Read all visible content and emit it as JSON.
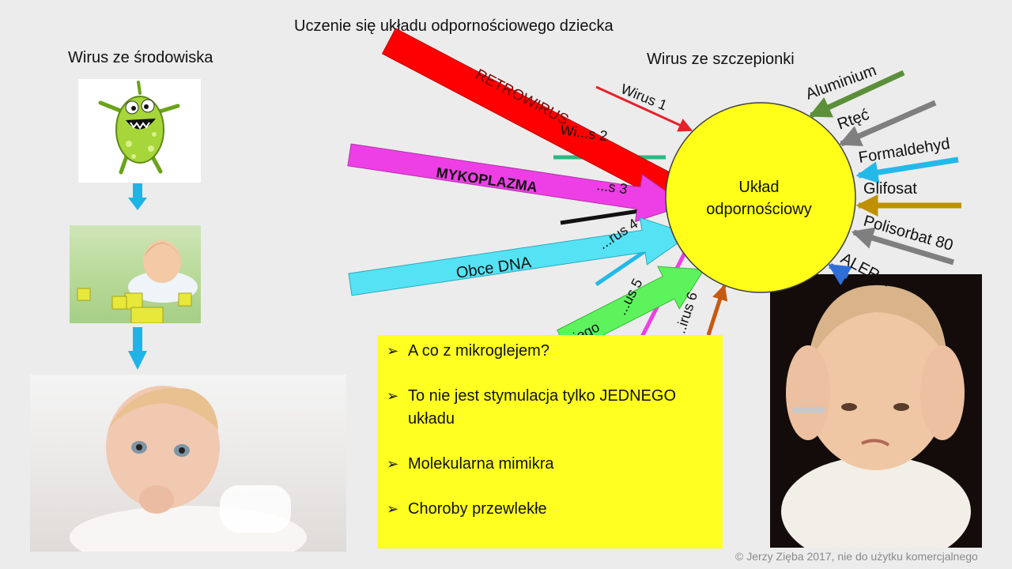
{
  "header": {
    "title": "Uczenie się układu odpornościowego dziecka",
    "left_title": "Wirus ze środowiska",
    "right_title": "Wirus ze szczepionki"
  },
  "diagram": {
    "center_label": [
      "Układ",
      "odpornościowy"
    ],
    "big_arrows": [
      "RETROWIRUS",
      "MYKOPLAZMA",
      "Obce DNA"
    ],
    "big_arrow_fragments": [
      "...iego"
    ],
    "virus_labels": [
      "Wirus 1",
      "Wi...s 2",
      "...s 3",
      "...rus 4",
      "...us 5",
      "...irus 6"
    ],
    "additive_labels": [
      "Aluminium",
      "Rtęć",
      "Formaldehyd",
      "Glifosat",
      "Polisorbat 80",
      "ALER..."
    ]
  },
  "bullets": {
    "items": [
      "A co z mikroglejem?",
      "To nie jest stymulacja tylko JEDNEGO układu",
      "Molekularna mimikra",
      "Choroby przewlekłe"
    ],
    "marker": "➢"
  },
  "footer": {
    "copyright": "©  Jerzy Zięba 2017, nie do użytku komercjalnego"
  },
  "colors": {
    "background": "#ececec",
    "circle": "#ffff1a",
    "retrowirus": "#ff0000",
    "mykoplazma": "#ee3fe6",
    "obce_dna": "#55e2f4",
    "green_arrow": "#5df35d",
    "aluminium": "#5b8f3a",
    "rtec": "#7f7f7f",
    "formaldehyd": "#23b9e8",
    "glifosat": "#bf9000",
    "polisorbat": "#7f7f7f",
    "aler": "#2f6ed6",
    "bullet_box": "#ffff22"
  }
}
